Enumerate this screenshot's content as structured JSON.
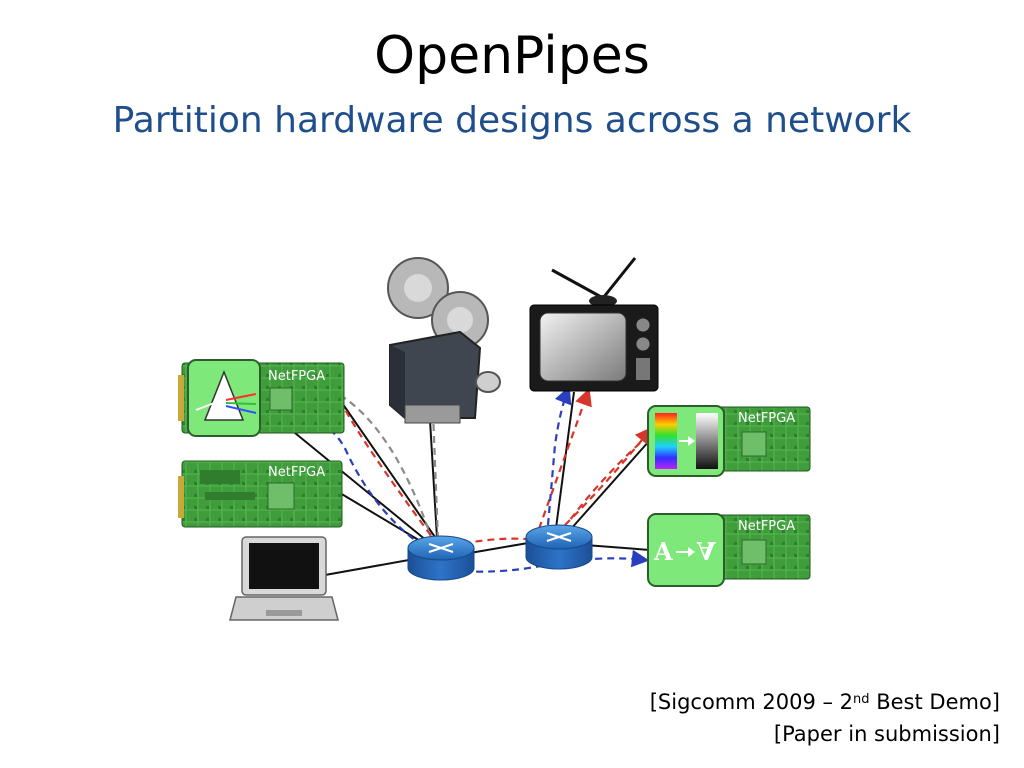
{
  "slide": {
    "title": "OpenPipes",
    "subtitle": "Partition hardware designs across a network"
  },
  "board_label": "NetFPGA",
  "module_text": {
    "char_from": "A",
    "char_to": "A"
  },
  "citation": {
    "line1_prefix": "[Sigcomm 2009 – 2",
    "line1_sup": "nd",
    "line1_suffix": " Best Demo]",
    "line2": "[Paper in submission]"
  },
  "colors": {
    "title": "#000000",
    "subtitle": "#1f4e8c",
    "board_green": "#3a9a3a",
    "module_green": "#7fe87a",
    "router_blue": "#1f63b5",
    "flow_red": "#d6362a",
    "flow_blue": "#2a3fbf",
    "flow_gray": "#8a8a8a"
  }
}
